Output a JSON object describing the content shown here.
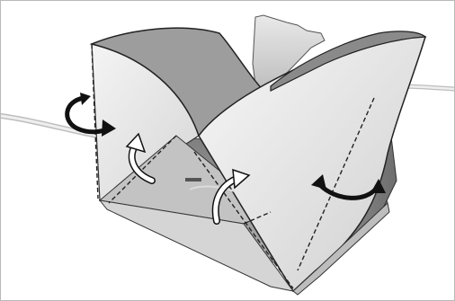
{
  "illustration": {
    "subject": "folding-box-assembly",
    "colors": {
      "card_light": "#ececec",
      "card_shade": "#c9c9c9",
      "inner_dark": "#8e8e8e",
      "inner_mid": "#a9a9a9",
      "outline": "#2b2b2b",
      "arrow_black": "#111111",
      "arrow_white": "#ffffff",
      "cable": "#d9d9d9"
    },
    "arrows": [
      {
        "id": "left-rotate",
        "color": "black",
        "direction": "rotate"
      },
      {
        "id": "right-rotate",
        "color": "black",
        "direction": "rotate"
      },
      {
        "id": "center-left-up",
        "color": "white",
        "direction": "up"
      },
      {
        "id": "center-right-up",
        "color": "white",
        "direction": "up"
      }
    ]
  }
}
